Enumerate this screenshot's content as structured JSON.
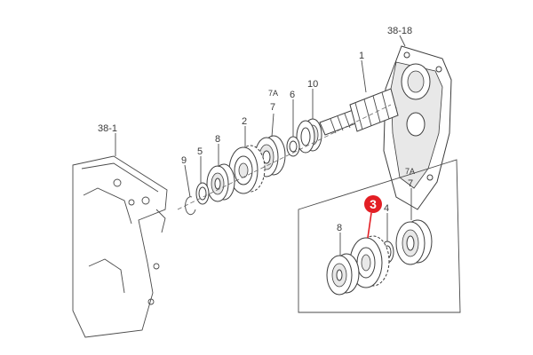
{
  "diagram": {
    "labels": {
      "housing_right": "38-18",
      "housing_left": "38-1",
      "shaft": "1",
      "gear_2": "2",
      "bearing_8": "8",
      "spacer_5": "5",
      "snap_ring_9": "9",
      "bearing_7": "7",
      "bearing_7a": "7A",
      "collar_6": "6",
      "bearing_10": "10",
      "inset_gear_3": "3",
      "inset_ring_4": "4",
      "inset_bearing_7": "7",
      "inset_bearing_7a": "7A",
      "inset_bearing_8": "8"
    },
    "colors": {
      "line": "#4a4a4a",
      "callout_fill": "#e31e24",
      "callout_text": "#ffffff"
    },
    "highlighted_part": "3"
  }
}
